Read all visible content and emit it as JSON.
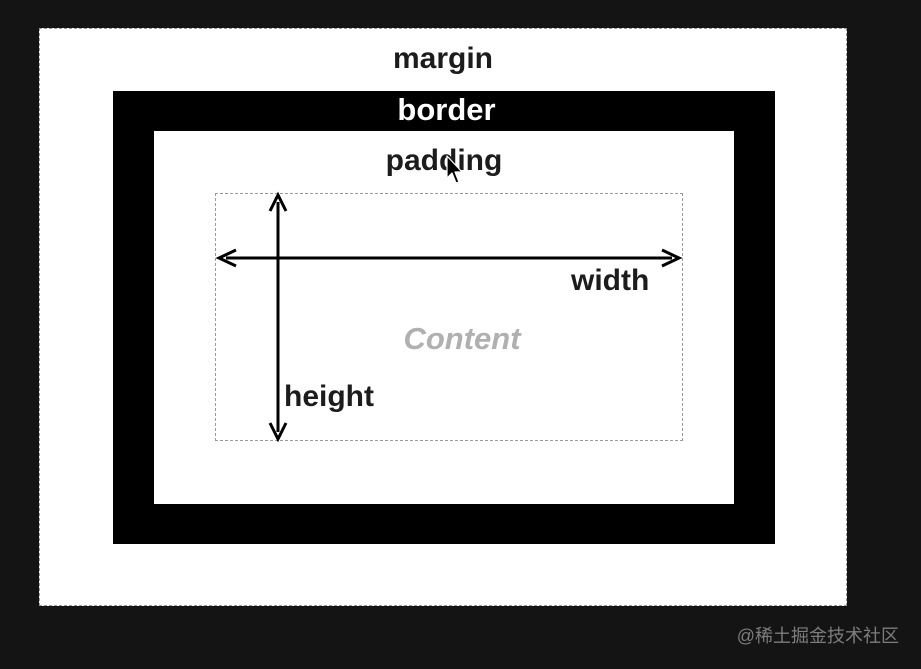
{
  "diagram": {
    "layers": {
      "margin": "margin",
      "border": "border",
      "padding": "padding",
      "content": "Content"
    },
    "dimensions": {
      "width": "width",
      "height": "height"
    }
  },
  "watermark": "@稀土掘金技术社区",
  "icons": {
    "cursor": "mouse-pointer-icon"
  },
  "colors": {
    "background": "#141414",
    "border": "#000000",
    "content_label": "#b0b0b0",
    "dashed_outline": "#9a9a9a"
  }
}
